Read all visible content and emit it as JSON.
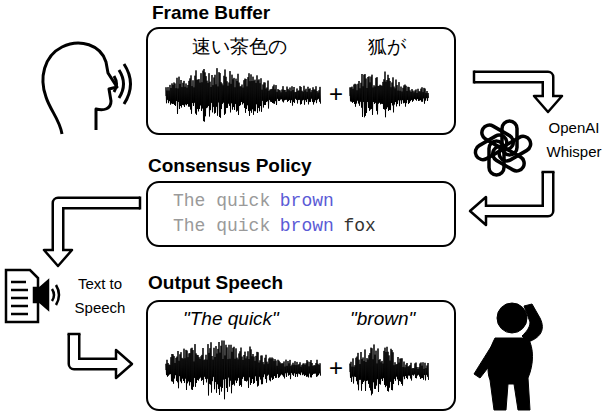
{
  "diagram": {
    "nodes": [
      {
        "text": [
          "Frame Buffer",
          "速い茶色の",
          "狐が",
          "+"
        ]
      },
      {
        "text": [
          "OpenAI Whisper"
        ]
      },
      {
        "text": [
          "Consensus Policy",
          "The quick",
          "brown",
          "The quick",
          "brown",
          "fox"
        ]
      },
      {
        "text": [
          "Text to Speech"
        ]
      },
      {
        "text": [
          "Output Speech",
          "\"The quick\"",
          "+",
          "\"brown\""
        ]
      }
    ],
    "edges": [
      {
        "from": 0,
        "to": 1,
        "arrow": "to"
      },
      {
        "from": 1,
        "to": 2,
        "arrow": "to"
      },
      {
        "from": 2,
        "to": 3,
        "arrow": "to"
      },
      {
        "from": 3,
        "to": 4,
        "arrow": "to"
      }
    ]
  }
}
